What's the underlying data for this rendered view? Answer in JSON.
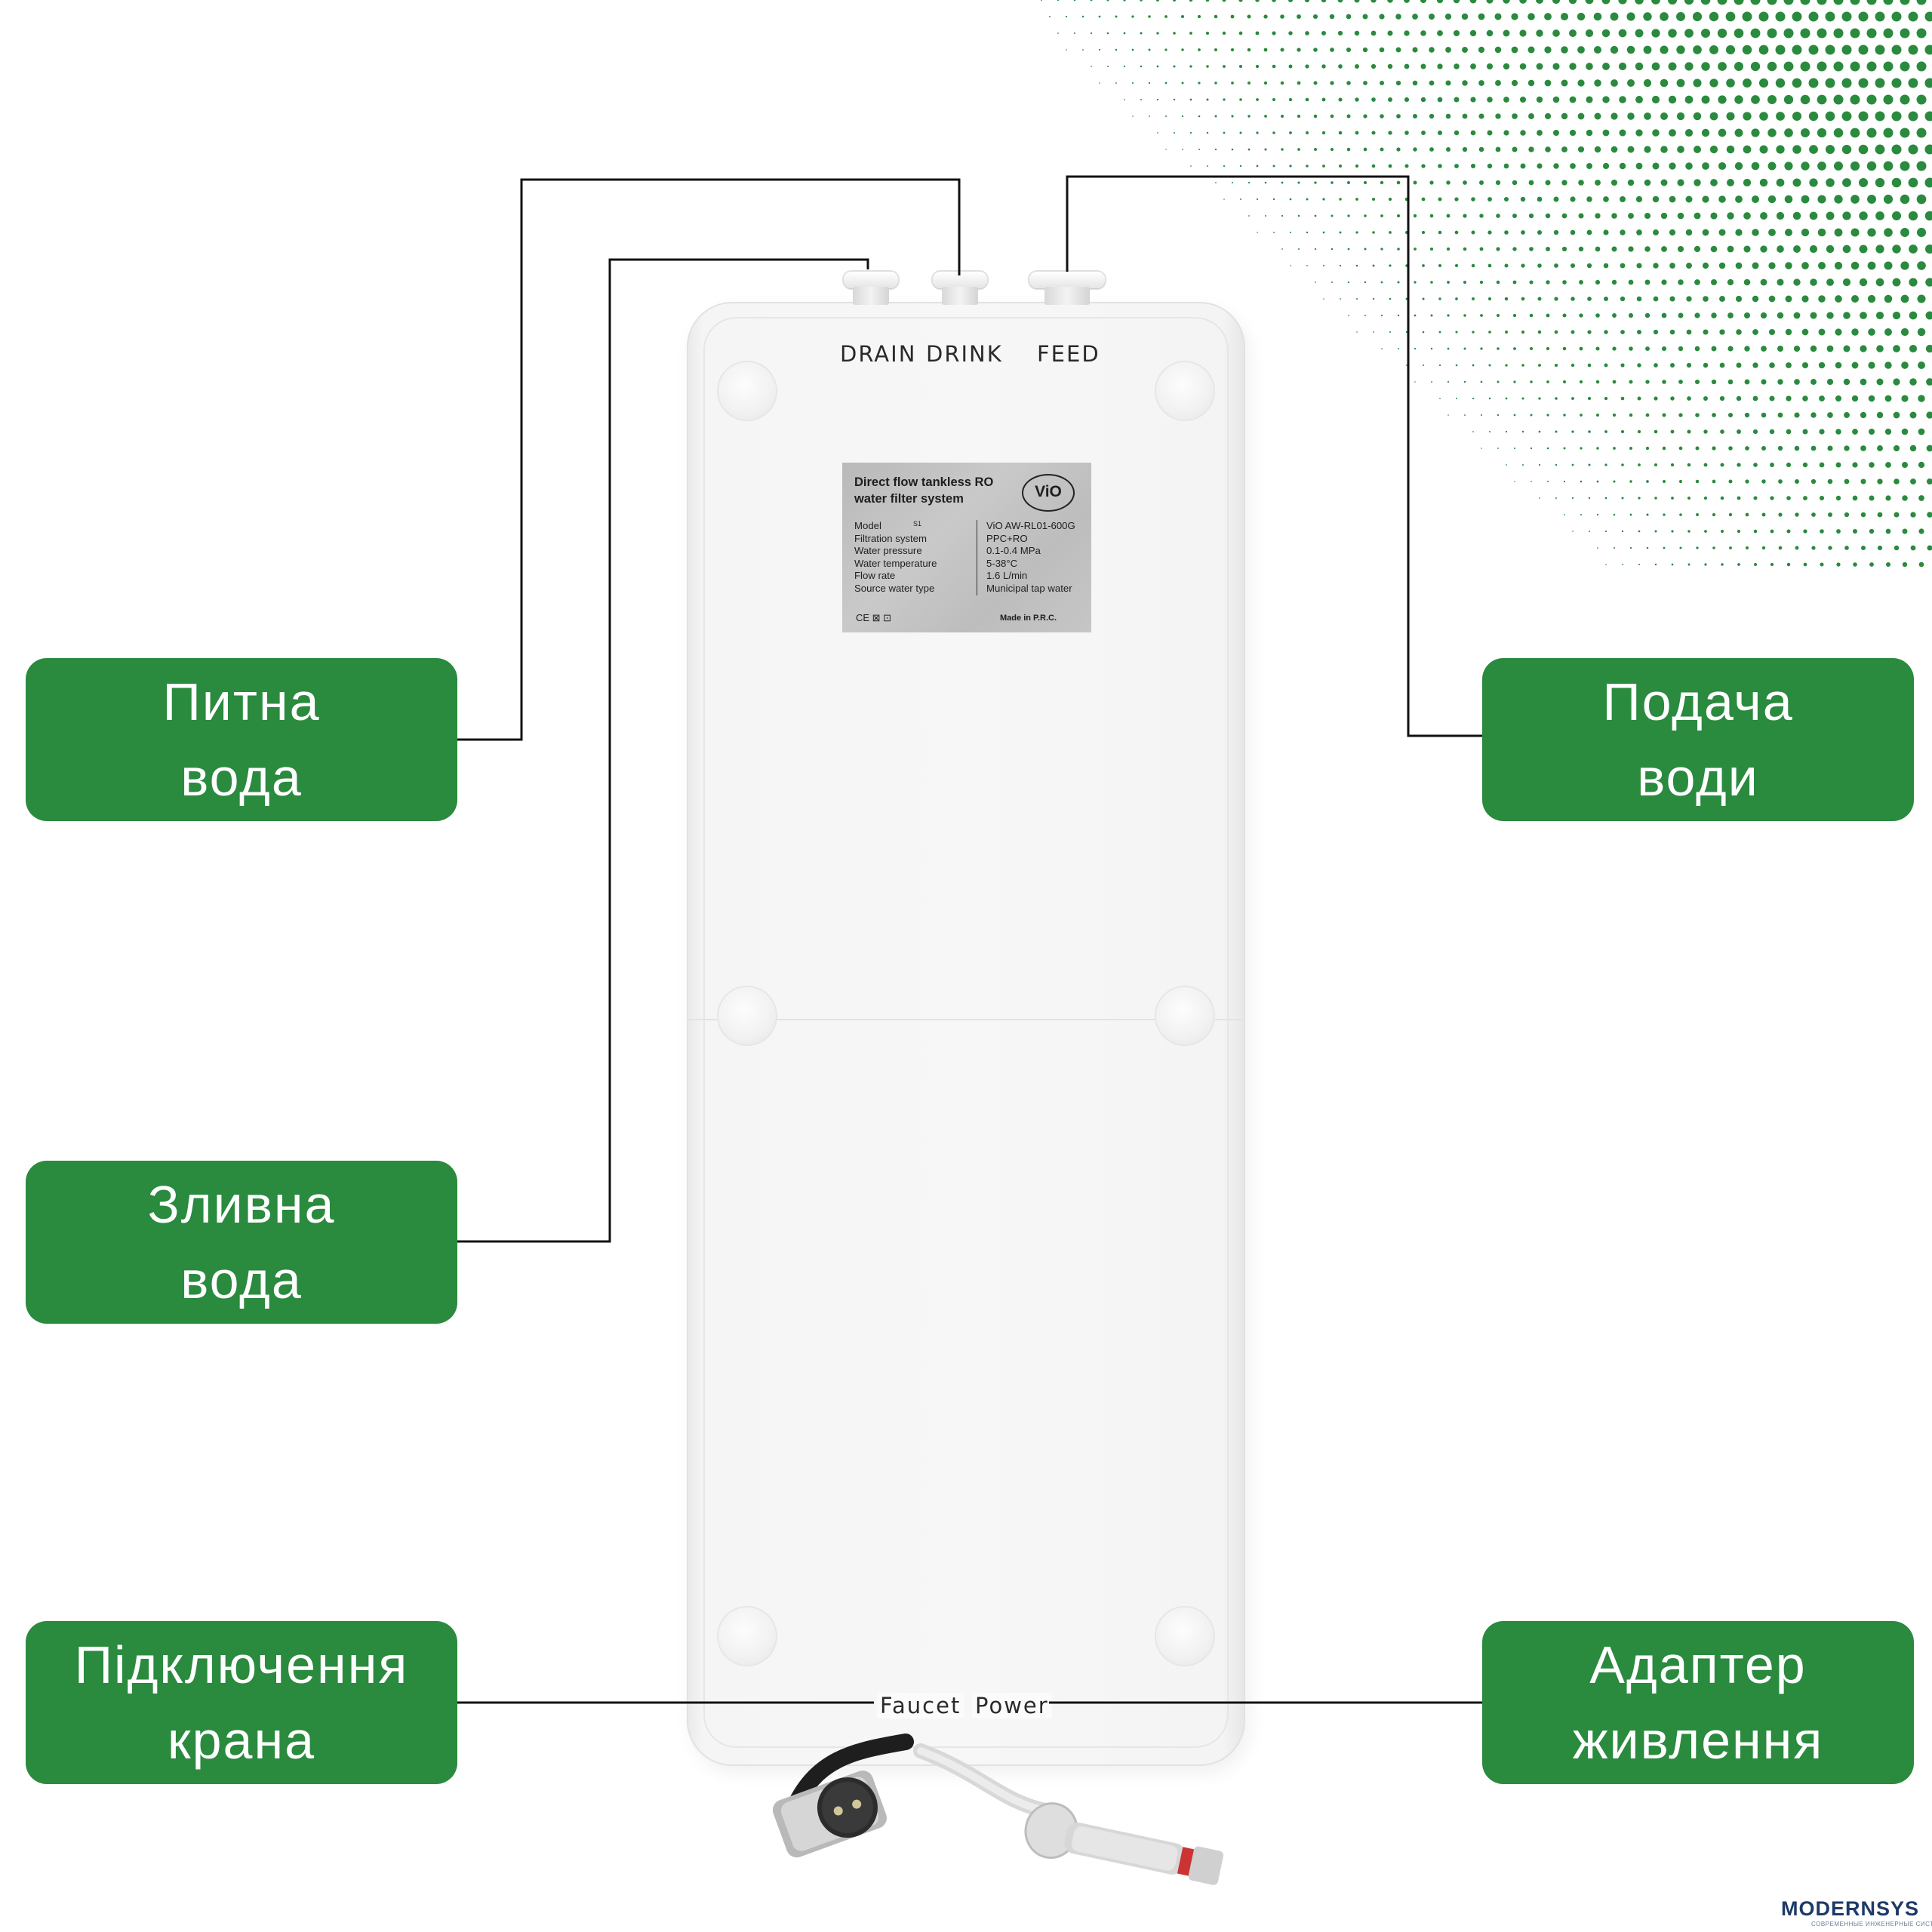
{
  "device": {
    "ports_top": [
      "DRAIN",
      "DRINK",
      "FEED"
    ],
    "ports_bottom": [
      "Faucet",
      "Power"
    ]
  },
  "plate": {
    "title": "Direct flow tankless RO water filter system",
    "logo": "ViO",
    "specs": [
      {
        "label": "Model",
        "value": "ViO AW-RL01-600G"
      },
      {
        "label": "Filtration system",
        "value": "PPC+RO"
      },
      {
        "label": "Water pressure",
        "value": "0.1-0.4 MPa"
      },
      {
        "label": "Water temperature",
        "value": "5-38°C"
      },
      {
        "label": "Flow rate",
        "value": "1.6 L/min"
      },
      {
        "label": "Source water type",
        "value": "Municipal tap water"
      }
    ],
    "model_mark": "S1",
    "marks": "CE ⊠ ⊡",
    "made_in": "Made in P.R.C."
  },
  "callouts": {
    "drinking_water": [
      "Питна",
      "вода"
    ],
    "drain_water": [
      "Зливна",
      "вода"
    ],
    "faucet_connection": [
      "Підключення",
      "крана"
    ],
    "water_feed": [
      "Подача",
      "води"
    ],
    "power_adapter": [
      "Адаптер",
      "живлення"
    ]
  },
  "colors": {
    "accent_green": "#2a8a3e",
    "dot_green": "#2a8a3e",
    "line": "#111111"
  },
  "brand": {
    "name": "MODERNSYS",
    "tagline": "СОВРЕМЕННЫЕ ИНЖЕНЕРНЫЕ СИСТЕМЫ"
  }
}
